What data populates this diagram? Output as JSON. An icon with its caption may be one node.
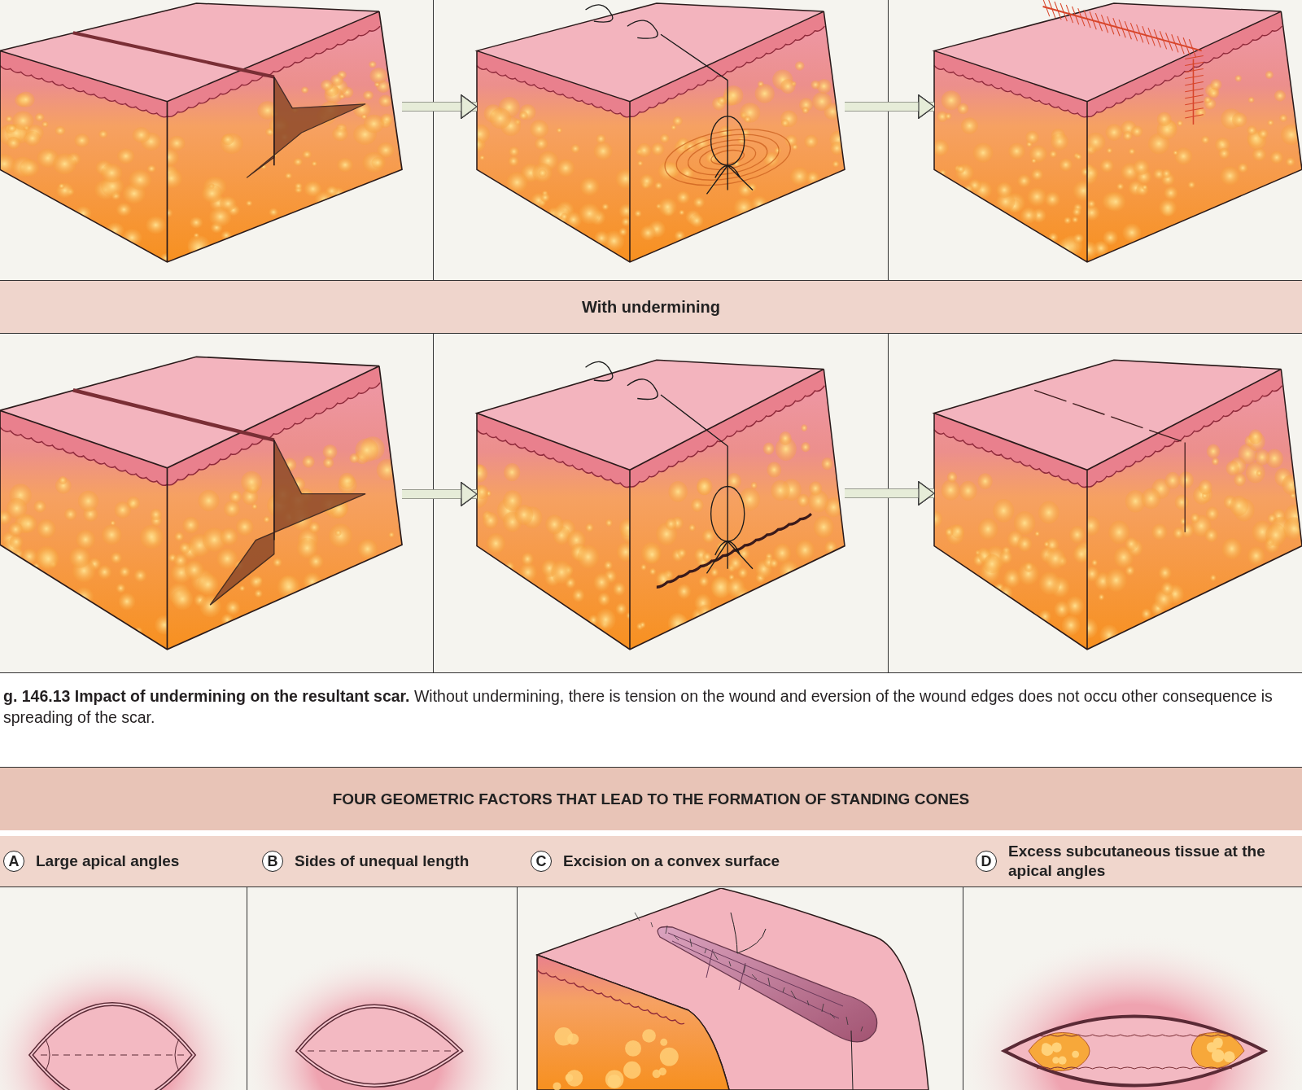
{
  "diagram": {
    "caption": "**g. 146.13 Impact of undermining on the resultant scar.** Without undermining, there is tension on the wound and eversion of the wound edges does not occu other consequence is spreading of the scar.",
    "nodes": [
      {
        "text": [],
        "shape": "picture"
      },
      {
        "text": [],
        "shape": "picture"
      },
      {
        "text": [],
        "shape": "picture"
      },
      {
        "text": [
          "With undermining"
        ]
      },
      {
        "text": [],
        "shape": "picture"
      },
      {
        "text": [],
        "shape": "picture"
      },
      {
        "text": [],
        "shape": "picture"
      },
      {
        "text": [
          "FOUR GEOMETRIC FACTORS THAT LEAD TO THE FORMATION OF STANDING CONES"
        ]
      },
      {
        "text": [
          "Large apical angles"
        ]
      },
      {
        "text": [
          "A"
        ],
        "in": 8
      },
      {
        "text": [
          "Sides of unequal length"
        ]
      },
      {
        "text": [
          "B"
        ],
        "in": 10
      },
      {
        "text": [
          "Excision on a convex surface"
        ]
      },
      {
        "text": [
          "C"
        ],
        "in": 12
      },
      {
        "text": [
          "Excess subcutaneous tissue at the apical angles"
        ]
      },
      {
        "text": [
          "D"
        ],
        "in": 14
      }
    ],
    "edges": [
      {
        "from": 0,
        "to": 1,
        "arrow": "to"
      },
      {
        "from": 1,
        "to": 2,
        "arrow": "to"
      },
      {
        "from": 4,
        "to": 5,
        "arrow": "to"
      },
      {
        "from": 5,
        "to": 6,
        "arrow": "to"
      }
    ]
  }
}
